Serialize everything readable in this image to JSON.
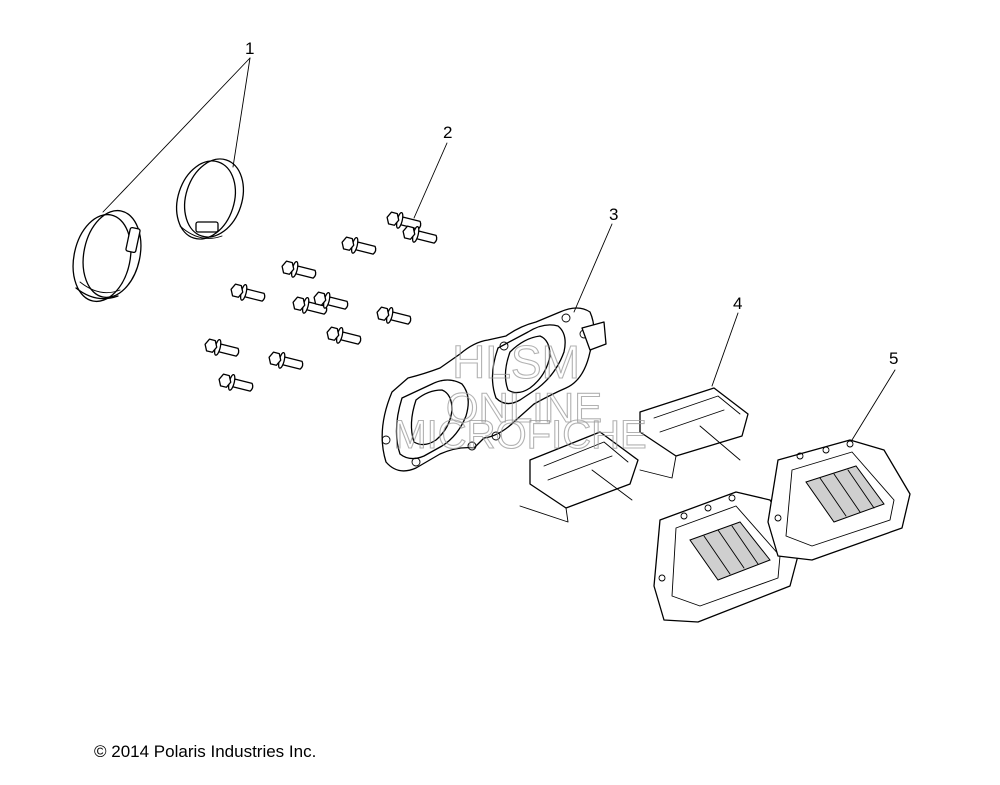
{
  "callouts": [
    {
      "id": "1",
      "label": "1"
    },
    {
      "id": "2",
      "label": "2"
    },
    {
      "id": "3",
      "label": "3"
    },
    {
      "id": "4",
      "label": "4"
    },
    {
      "id": "5",
      "label": "5"
    }
  ],
  "watermark": {
    "line1": "HLSM",
    "line2": "ONLINE",
    "line3": "MICROFICHE"
  },
  "copyright": "© 2014 Polaris Industries Inc."
}
